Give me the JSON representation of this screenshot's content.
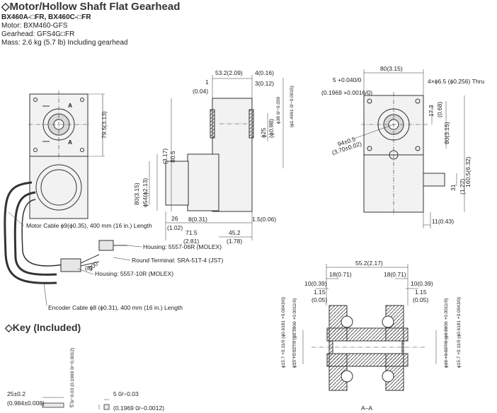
{
  "header": {
    "title": "◇Motor/Hollow Shaft Flat Gearhead",
    "model": "BX460A-□FR, BX460C-□FR",
    "motor": "Motor: BXM460-GFS",
    "gearhead": "Gearhead: GFS4G□FR",
    "mass": "Mass: 2.6 kg (5.7 lb) Including gearhead"
  },
  "key_section": {
    "title": "◇Key (Included)"
  },
  "cables": {
    "motor_cable": "Motor Cable ϕ9(ϕ0.35), 400 mm (16 in.) Length",
    "housing_6r": "Housing: 5557-06R (MOLEX)",
    "round_terminal": "Round Terminal: SRA-51T-4 (JST)",
    "housing_10r": "Housing: 5557-10R (MOLEX)",
    "encoder_cable": "Encoder Cable ϕ8 (ϕ0.31), 400 mm (16 in.) Length",
    "len_200": "200",
    "len_8": "(8)"
  },
  "labels": {
    "section_a": "A",
    "section_aa": "A–A"
  },
  "dims": {
    "d_79_5": "79.5(3.13)",
    "d_53_2": "53.2(2.09)",
    "d_4": "4(0.16)",
    "d_3": "3(0.12)",
    "d_1": "1",
    "d_1_in": "(0.04)",
    "d_phi38": "ϕ38 0/−0.039",
    "d_phi38_in": "(ϕ1.4961 0/−0.0015)",
    "d_phi25": "ϕ25",
    "d_phi25_in": "(ϕ0.98)",
    "d_80_5": "80.5",
    "d_80_5_in": "(3.17)",
    "d_80_side": "80(3.15)",
    "d_phi54": "ϕ54(ϕ2.13)",
    "d_26": "26",
    "d_26_in": "(1.02)",
    "d_8": "8(0.31)",
    "d_1_5": "1.5(0.06)",
    "d_71_5": "71.5",
    "d_71_5_in": "(2.81)",
    "d_45_2": "45.2",
    "d_45_2_in": "(1.78)",
    "d_80_top": "80(3.15)",
    "d_5_tol": "5 +0.040/0",
    "d_5_in": "(0.1969 +0.0016/0)",
    "d_4xphi": "4×ϕ6.5 (ϕ0.256) Thru",
    "d_17_3": "17.3",
    "d_17_3_in": "(0.68)",
    "d_80_front": "80(3.15)",
    "d_94": "94±0.5",
    "d_94_in": "(3.70±0.02)",
    "d_160_5": "160.5(6.32)",
    "d_31": "31",
    "d_31_in": "(1.22)",
    "d_11": "11(0.43)",
    "d_55_2": "55.2(2.17)",
    "d_18_l": "18(0.71)",
    "d_18_r": "18(0.71)",
    "d_10_l": "10(0.39)",
    "d_10_r": "10(0.39)",
    "d_1_15_l": "1.15",
    "d_1_15_l_in": "(0.05)",
    "d_1_15_r": "1.15",
    "d_1_15_r_in": "(0.05)",
    "d_phi15_7_l": "ϕ15.7 +0.11/0 (ϕ0.6181 +0.0043/0)",
    "d_phi15_l": "ϕ15 +0.027/0 (ϕ0.5906 +0.0011/0)",
    "d_phi15_r": "ϕ15 +0.027/0 (ϕ0.5906 +0.0011/0)",
    "d_phi15_7_r": "ϕ15.7 +0.11/0 (ϕ0.6181 +0.0043/0)",
    "key_25": "25±0.2",
    "key_25_in": "(0.984±0.008)",
    "key_5_v": "5 0/−0.03 (0.1969 0/−0.0012)",
    "key_5_h": "5 0/−0.03",
    "key_5_h_in": "(0.1969 0/−0.0012)"
  }
}
